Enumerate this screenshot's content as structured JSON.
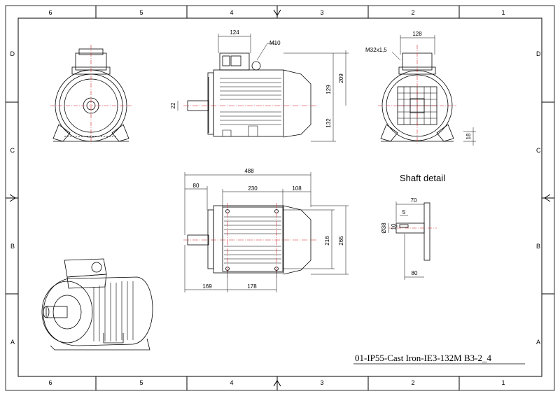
{
  "title_block": {
    "drawing_title": "01-IP55-Cast Iron-IE3-132M B3-2_4"
  },
  "frame": {
    "column_labels": [
      "6",
      "5",
      "4",
      "3",
      "2",
      "1"
    ],
    "row_labels": [
      "D",
      "C",
      "B",
      "A"
    ]
  },
  "shaft_detail": {
    "heading": "Shaft detail",
    "dims": {
      "d70": "70",
      "d5": "5",
      "d38": "Ø38",
      "d10": "10",
      "d80": "80"
    }
  },
  "front_view": {
    "callouts": {
      "top_width": "124",
      "bolt": "M10",
      "d129": "129",
      "d209": "209",
      "d132": "132",
      "d22": "22"
    }
  },
  "end_view": {
    "callouts": {
      "top_width": "128",
      "cable_gland": "M32x1,5",
      "d18": "18"
    }
  },
  "plan_view": {
    "callouts": {
      "overall": "488",
      "d80": "80",
      "d230": "230",
      "d108": "108",
      "d216": "216",
      "d265": "265",
      "d169": "169",
      "d178": "178"
    }
  },
  "colors": {
    "line": "#000000",
    "center_line": "#d62020",
    "background": "#ffffff"
  }
}
